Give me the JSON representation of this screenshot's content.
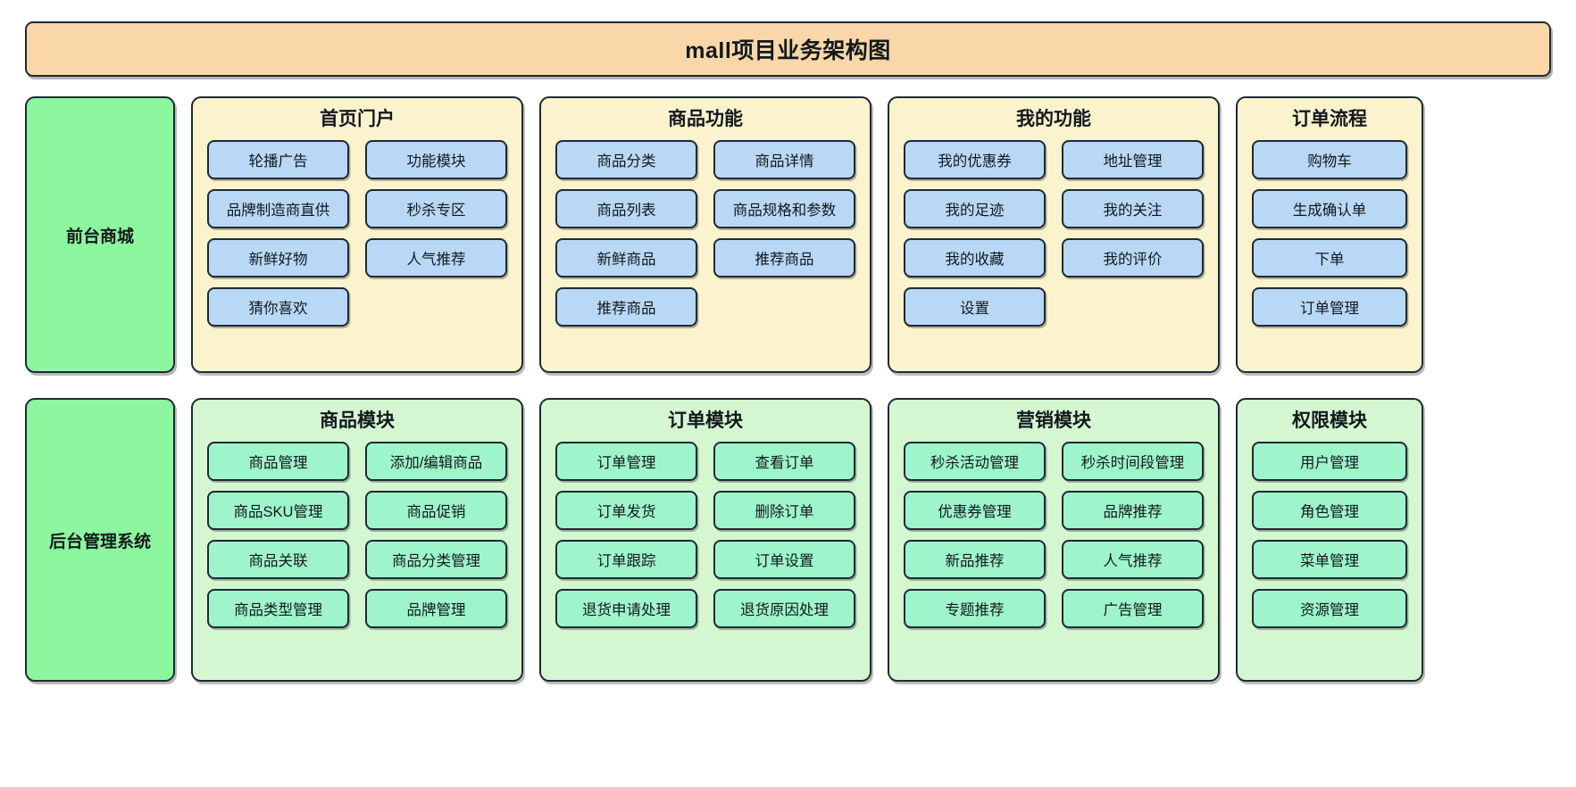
{
  "title": "mall项目业务架构图",
  "bands": [
    {
      "label": "前台商城"
    },
    {
      "label": "后台管理系统"
    }
  ],
  "front_groups": [
    {
      "title": "首页门户",
      "columns": 2,
      "items": [
        "轮播广告",
        "功能模块",
        "品牌制造商直供",
        "秒杀专区",
        "新鲜好物",
        "人气推荐",
        "猜你喜欢"
      ]
    },
    {
      "title": "商品功能",
      "columns": 2,
      "items": [
        "商品分类",
        "商品详情",
        "商品列表",
        "商品规格和参数",
        "新鲜商品",
        "推荐商品",
        "推荐商品"
      ]
    },
    {
      "title": "我的功能",
      "columns": 2,
      "items": [
        "我的优惠券",
        "地址管理",
        "我的足迹",
        "我的关注",
        "我的收藏",
        "我的评价",
        "设置"
      ]
    },
    {
      "title": "订单流程",
      "columns": 1,
      "items": [
        "购物车",
        "生成确认单",
        "下单",
        "订单管理"
      ]
    }
  ],
  "admin_groups": [
    {
      "title": "商品模块",
      "columns": 2,
      "items": [
        "商品管理",
        "添加/编辑商品",
        "商品SKU管理",
        "商品促销",
        "商品关联",
        "商品分类管理",
        "商品类型管理",
        "品牌管理"
      ]
    },
    {
      "title": "订单模块",
      "columns": 2,
      "items": [
        "订单管理",
        "查看订单",
        "订单发货",
        "删除订单",
        "订单跟踪",
        "订单设置",
        "退货申请处理",
        "退货原因处理"
      ]
    },
    {
      "title": "营销模块",
      "columns": 2,
      "items": [
        "秒杀活动管理",
        "秒杀时间段管理",
        "优惠券管理",
        "品牌推荐",
        "新品推荐",
        "人气推荐",
        "专题推荐",
        "广告管理"
      ]
    },
    {
      "title": "权限模块",
      "columns": 1,
      "items": [
        "用户管理",
        "角色管理",
        "菜单管理",
        "资源管理"
      ]
    }
  ],
  "colors": {
    "title_bg": "#fad7a9",
    "band_bg": "#8cf79e",
    "front_panel_bg": "#fbf3cd",
    "front_item_bg": "#b8d8f6",
    "admin_panel_bg": "#d4f7d2",
    "admin_item_bg": "#9ef5cb",
    "stroke": "#1f2933"
  }
}
